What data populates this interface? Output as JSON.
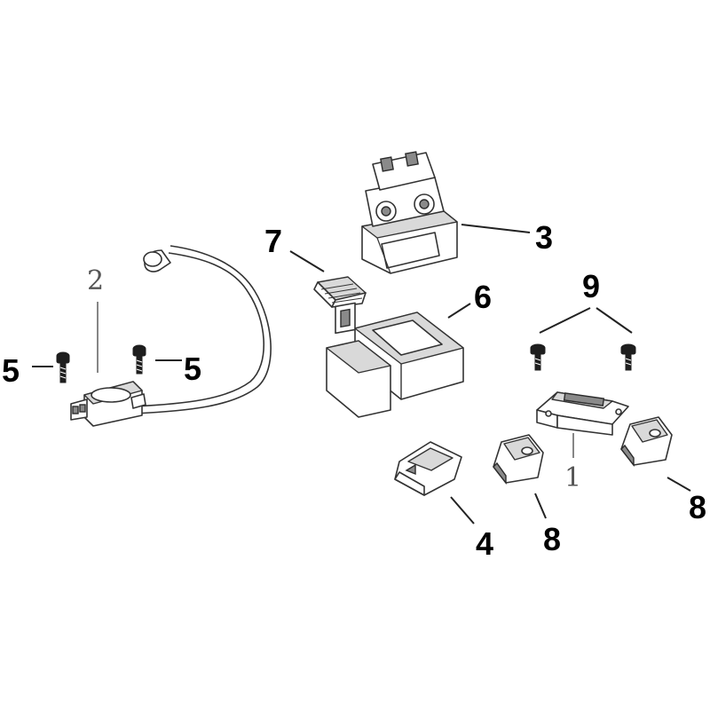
{
  "diagram": {
    "callouts": [
      {
        "id": "coil",
        "text": "2"
      },
      {
        "id": "bolt-left",
        "text": "5"
      },
      {
        "id": "bolt-right",
        "text": "5"
      },
      {
        "id": "relay",
        "text": "3"
      },
      {
        "id": "fuse",
        "text": "7"
      },
      {
        "id": "cdi",
        "text": "6"
      },
      {
        "id": "screws",
        "text": "9"
      },
      {
        "id": "regulator",
        "text": "1"
      },
      {
        "id": "cover-small",
        "text": "4"
      },
      {
        "id": "damper-left",
        "text": "8"
      },
      {
        "id": "damper-right",
        "text": "8"
      }
    ],
    "colors": {
      "ink": "#333333",
      "label": "#000000",
      "background": "#ffffff"
    }
  }
}
